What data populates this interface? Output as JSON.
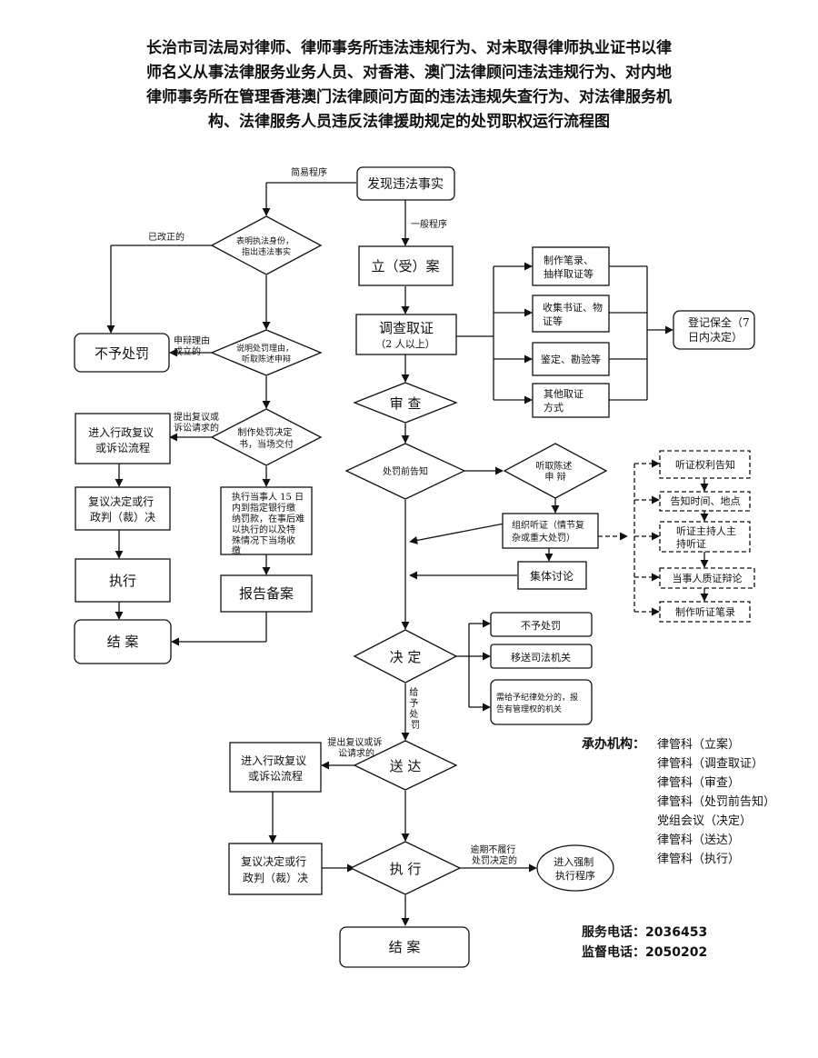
{
  "title": {
    "lines": [
      "长治市司法局对律师、律师事务所违法违规行为、对未取得律师执业证书以律",
      "师名义从事法律服务业务人员、对香港、澳门法律顾问违法违规行为、对内地",
      "律师事务所在管理香港澳门法律顾问方面的违法违规失查行为、对法律服务机",
      "构、法律服务人员违反法律援助规定的处罚职权运行流程图"
    ]
  },
  "nodes": {
    "start": "发现违法事实",
    "simple_label": "简易程序",
    "general_label": "一般程序",
    "check_id": [
      "表明执法身份，",
      "指出违法事实"
    ],
    "corrected": "已改正的",
    "no_penalty_left": "不予处罚",
    "defense_holds": [
      "申辩理由",
      "成立的"
    ],
    "explain": [
      "说明处罚理由，",
      "听取陈述申辩"
    ],
    "appeal_left": [
      "提出复议或",
      "诉讼请求的"
    ],
    "decision_doc": [
      "制作处罚决定",
      "书，当场交付"
    ],
    "review_left": [
      "进入行政复议",
      "或诉讼流程"
    ],
    "exec_note": [
      "执行当事人 15 日",
      "内到指定银行缴",
      "纳罚款，在事后难",
      "以执行的以及特",
      "殊情况下当场收",
      "缴"
    ],
    "review_decision_left": [
      "复议决定或行",
      "政判（裁）决"
    ],
    "execute_left": "执行",
    "report": "报告备案",
    "close_left": "结  案",
    "register_case": "立（受）案",
    "investigate": "调查取证",
    "investigate_sub": "（2 人以上）",
    "evidence_1": [
      "制作笔录、",
      "抽样取证等"
    ],
    "evidence_2": [
      "收集书证、物",
      "证等"
    ],
    "evidence_3": "鉴定、勘验等",
    "evidence_4": [
      "其他取证",
      "方式"
    ],
    "preserve": [
      "登记保全（7",
      "日内决定）"
    ],
    "review": "审  查",
    "pre_notice": "处罚前告知",
    "hear_defense": [
      "听取陈述",
      "申  辩"
    ],
    "hearing": [
      "组织听证（情节复",
      "杂或重大处罚）"
    ],
    "collective": "集体讨论",
    "hear_1": "听证权利告知",
    "hear_2": "告知时间、地点",
    "hear_3": [
      "听证主持人主",
      "持听证"
    ],
    "hear_4": "当事人质证辩论",
    "hear_5": "制作听证笔录",
    "decide": "决  定",
    "out_1": "不予处罚",
    "out_2": "移送司法机关",
    "out_3": [
      "需给予纪律处分的，报",
      "告有管理权的机关"
    ],
    "give_penalty": [
      "给",
      "予",
      "处",
      "罚"
    ],
    "appeal_right": [
      "提出复议或诉",
      "讼请求的"
    ],
    "deliver": "送  达",
    "review_right": [
      "进入行政复议",
      "或诉讼流程"
    ],
    "review_decision_right": [
      "复议决定或行",
      "政判（裁）决"
    ],
    "execute": "执  行",
    "overdue": [
      "逾期不履行",
      "处罚决定的"
    ],
    "enforce": [
      "进入强制",
      "执行程序"
    ],
    "close": "结  案"
  },
  "organizations": {
    "label": "承办机构：",
    "lines": [
      "律管科（立案）",
      "律管科（调查取证）",
      "律管科（审查）",
      "律管科（处罚前告知）",
      "党组会议（决定）",
      "律管科（送达）",
      "律管科（执行）"
    ]
  },
  "contacts": {
    "service": "服务电话：2036453",
    "supervise": "监督电话：2050202"
  }
}
